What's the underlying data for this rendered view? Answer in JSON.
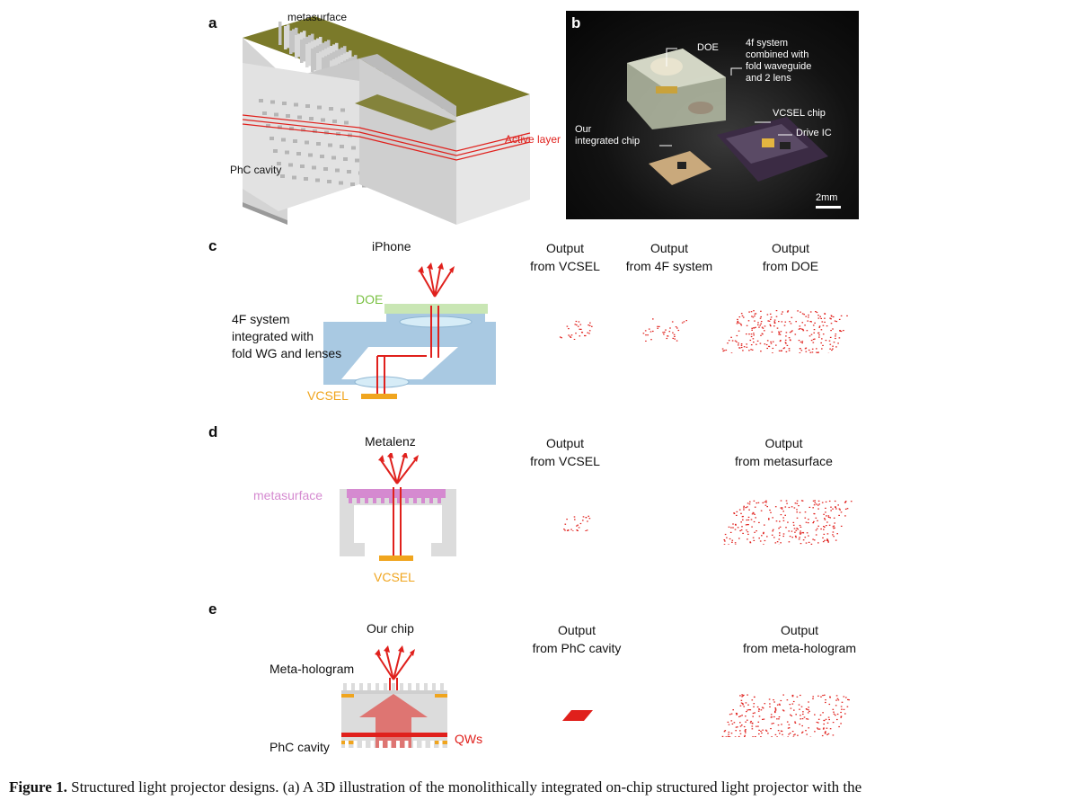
{
  "panels": {
    "a": {
      "letter": "a",
      "labels": {
        "metasurface": "metasurface",
        "active_layer": "Active layer",
        "phc_cavity": "PhC cavity"
      }
    },
    "b": {
      "letter": "b",
      "labels": {
        "doe": "DOE",
        "system": [
          "4f system",
          "combined with",
          "fold waveguide",
          "and 2 lens"
        ],
        "chip": [
          "Our",
          "integrated chip"
        ],
        "vcsel_chip": "VCSEL  chip",
        "drive_ic": "Drive IC",
        "scale": "2mm"
      }
    },
    "c": {
      "letter": "c",
      "title": "iPhone",
      "doe": "DOE",
      "system_label": [
        "4F system",
        "integrated with",
        "fold WG and  lenses"
      ],
      "vcsel": "VCSEL",
      "outputs": [
        {
          "line1": "Output",
          "line2": "from VCSEL"
        },
        {
          "line1": "Output",
          "line2": "from 4F system"
        },
        {
          "line1": "Output",
          "line2": "from DOE"
        }
      ]
    },
    "d": {
      "letter": "d",
      "title": "Metalenz",
      "metasurface": "metasurface",
      "vcsel": "VCSEL",
      "outputs": [
        {
          "line1": "Output",
          "line2": "from VCSEL"
        },
        {
          "line1": "Output",
          "line2": "from metasurface"
        }
      ]
    },
    "e": {
      "letter": "e",
      "title": "Our chip",
      "meta_hologram": "Meta-hologram",
      "phc": "PhC cavity",
      "qws": "QWs",
      "outputs": [
        {
          "line1": "Output",
          "line2": "from PhC cavity"
        },
        {
          "line1": "Output",
          "line2": "from meta-hologram"
        }
      ]
    }
  },
  "caption": {
    "label": "Figure 1.",
    "text": " Structured light projector designs. (a) A 3D illustration of the monolithically integrated on-chip structured light projector with the"
  },
  "colors": {
    "red": "#e0201c",
    "doe_green": "#c9e6b4",
    "doe_text": "#7ac143",
    "metasurface": "#d58ad0",
    "vcsel": "#f0a51e",
    "waveguide": "#a9c9e2",
    "housing": "#dcdcdc",
    "substrate_olive": "#7b7a2a"
  }
}
